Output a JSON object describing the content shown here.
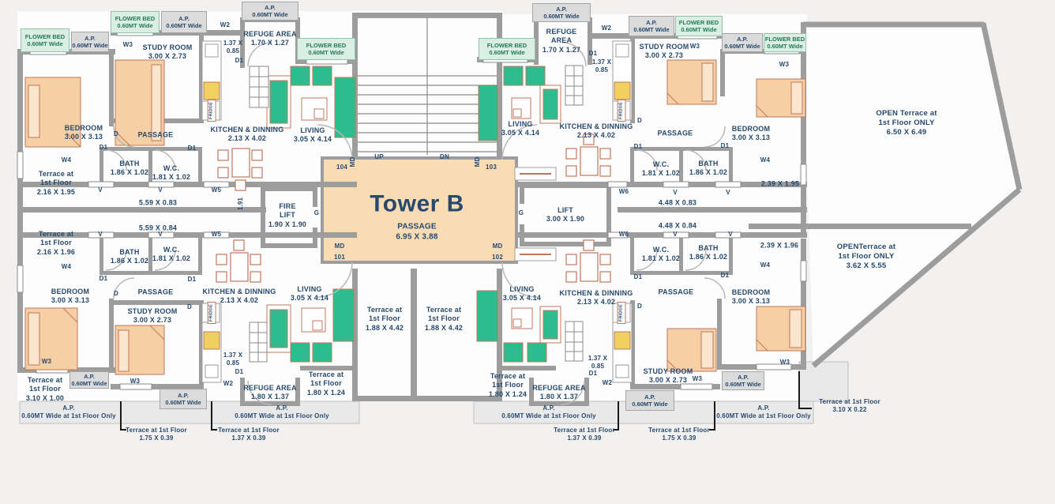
{
  "title": "Tower B floor plan",
  "core": {
    "tower": "Tower B",
    "passage": "PASSAGE\n6.95 X 3.88",
    "up": "UP",
    "dn": "DN",
    "fire_lift": "FIRE\nLIFT\n1.90 X 1.90",
    "lift": "LIFT\n3.00 X 1.90"
  },
  "units": {
    "u101": "101",
    "u102": "102",
    "u103": "103",
    "u104": "104"
  },
  "rooms": {
    "bedroom": "BEDROOM\n3.00 X 3.13",
    "study": "STUDY ROOM\n3.00 X 2.73",
    "passage": "PASSAGE",
    "bath": "BATH\n1.86 X 1.02",
    "wc": "W.C.\n1.81 X 1.02",
    "kitchen": "KITCHEN & DINNING\n2.13 X 4.02",
    "living": "LIVING\n3.05 X 4.14",
    "otta": "1.37 X\n0.85"
  },
  "annex": {
    "flower_bed": "FLOWER BED\n0.60MT Wide",
    "ap": "A.P.\n0.60MT Wide",
    "ap_strip": "A.P.\n0.60MT Wide at 1st Floor Only",
    "refuge_17": "REFUGE AREA\n1.70 X 1.27",
    "refuge_17_stack": "REFUGE\nAREA\n1.70 X 1.27",
    "refuge_18": "REFUGE AREA\n1.80 X 1.37"
  },
  "terraces": {
    "t216_195": "Terrace at\n1st Floor\n2.16 X 1.95",
    "t216_196": "Terrace at\n1st Floor\n2.16 X 1.96",
    "t188_442": "Terrace at\n1st Floor\n1.88 X 4.42",
    "t180_124": "Terrace at\n1st Floor\n1.80 X 1.24",
    "t310_100": "Terrace at\n1st Floor\n3.10 X 1.00",
    "t310_022": "Terrace at 1st Floor\n3.10 X 0.22",
    "t175_039": "Terrace at 1st Floor\n1.75 X 0.39",
    "t137_039": "Terrace at 1st Floor\n1.37 X 0.39",
    "open_top": "OPEN Terrace at\n1st Floor ONLY\n6.50 X 6.49",
    "open_bottom": "OPENTerrace at\n1st Floor ONLY\n3.62 X 5.55"
  },
  "dims": {
    "c559a": "5.59 X 0.83",
    "c559b": "5.59 X 0.84",
    "c191": "1.91",
    "c448a": "4.48 X 0.83",
    "c448b": "4.48 X 0.84",
    "r239a": "2.39 X 1.95",
    "r239b": "2.39 X 1.96"
  },
  "tags": {
    "v": "V",
    "d": "D",
    "d1": "D1",
    "g": "G",
    "w2": "W2",
    "w3": "W3",
    "w4": "W4",
    "w5": "W5",
    "w6": "W6",
    "md": "MD",
    "fridge": "FRIDGE"
  },
  "colors": {
    "wall": "#9d9d9d",
    "label_text": "#27496d",
    "furniture_green": "#2cbd8e",
    "bed_fill": "#f6cfa4",
    "passage_fill": "#fadcb4",
    "flower_bed_bg": "#daeee3",
    "flower_bed_text": "#237a58",
    "ap_bg": "#dbdbdb",
    "furniture_outline": "#c0775c"
  }
}
